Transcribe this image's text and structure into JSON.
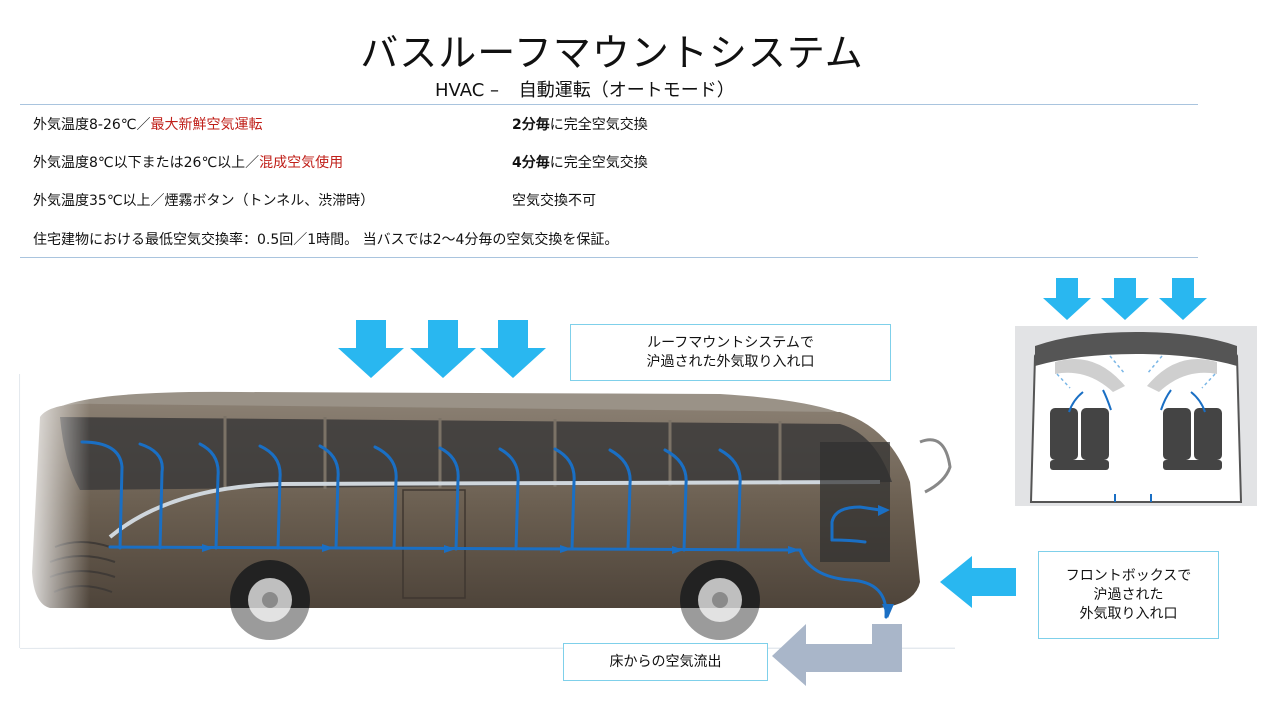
{
  "title": "バスルーフマウントシステム",
  "subtitle": {
    "hvac": "HVAC –",
    "mode": "自動運転（オートモード）"
  },
  "rows": [
    {
      "left_plain": "外気温度8-26℃／",
      "left_red": "最大新鮮空気運転",
      "right_bold": "2分毎",
      "right_plain": "に完全空気交換"
    },
    {
      "left_plain": "外気温度8℃以下または26℃以上／",
      "left_red": "混成空気使用",
      "right_bold": "4分毎",
      "right_plain": "に完全空気交換"
    },
    {
      "left_plain": "外気温度35℃以上／煙霧ボタン（トンネル、渋滞時）",
      "left_red": "",
      "right_bold": "",
      "right_plain": "空気交換不可"
    }
  ],
  "note": "住宅建物における最低空気交換率：0.5回／1時間。 当バスでは2～4分毎の空気交換を保証。",
  "labels": {
    "roof_intake": [
      "ルーフマウントシステムで",
      "沪過された外気取り入れ口"
    ],
    "front_intake": [
      "フロントボックスで",
      "沪過された",
      "外気取り入れ口"
    ],
    "floor_outflow": "床からの空気流出"
  },
  "colors": {
    "intake_arrow": "#29b7f0",
    "airflow": "#1a6fc4",
    "outflow_arrow": "#a9b6c9",
    "bus_body": "#6e6254",
    "rule": "#a9c4de"
  },
  "icons": [
    "down-arrow-icon",
    "left-arrow-icon",
    "bus-illustration",
    "bus-cross-section"
  ]
}
